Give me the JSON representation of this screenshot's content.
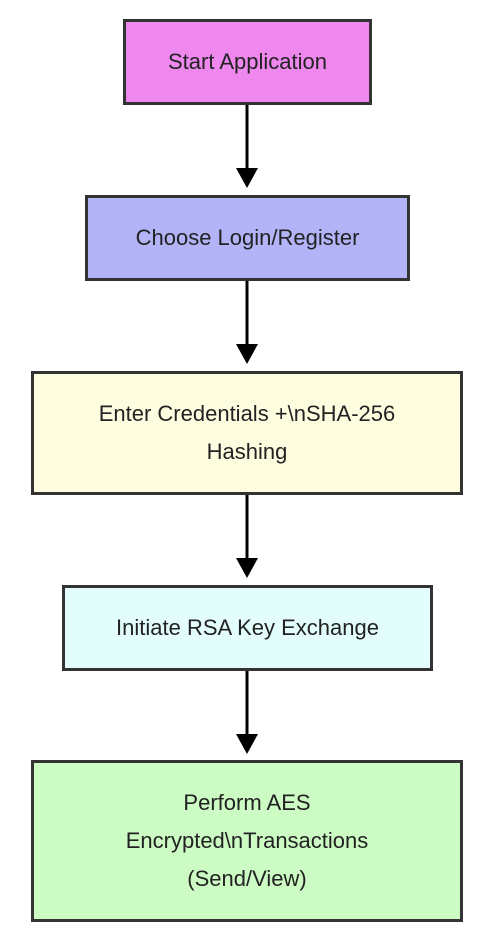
{
  "diagram": {
    "type": "flowchart",
    "nodes": [
      {
        "id": "start",
        "label": "Start Application",
        "color": "#ee88ee"
      },
      {
        "id": "choose",
        "label": "Choose Login/Register",
        "color": "#b3b3f8"
      },
      {
        "id": "credentials",
        "label": "Enter Credentials +\\nSHA-256 Hashing",
        "color": "#fffde0"
      },
      {
        "id": "rsa",
        "label": "Initiate RSA Key Exchange",
        "color": "#e3fdfd"
      },
      {
        "id": "aes",
        "label": "Perform AES Encrypted\\nTransactions (Send/View)",
        "color": "#ccfcc4"
      }
    ],
    "edges": [
      {
        "from": "start",
        "to": "choose"
      },
      {
        "from": "choose",
        "to": "credentials"
      },
      {
        "from": "credentials",
        "to": "rsa"
      },
      {
        "from": "rsa",
        "to": "aes"
      }
    ],
    "edge_color": "#000000",
    "border_color": "#333333"
  }
}
